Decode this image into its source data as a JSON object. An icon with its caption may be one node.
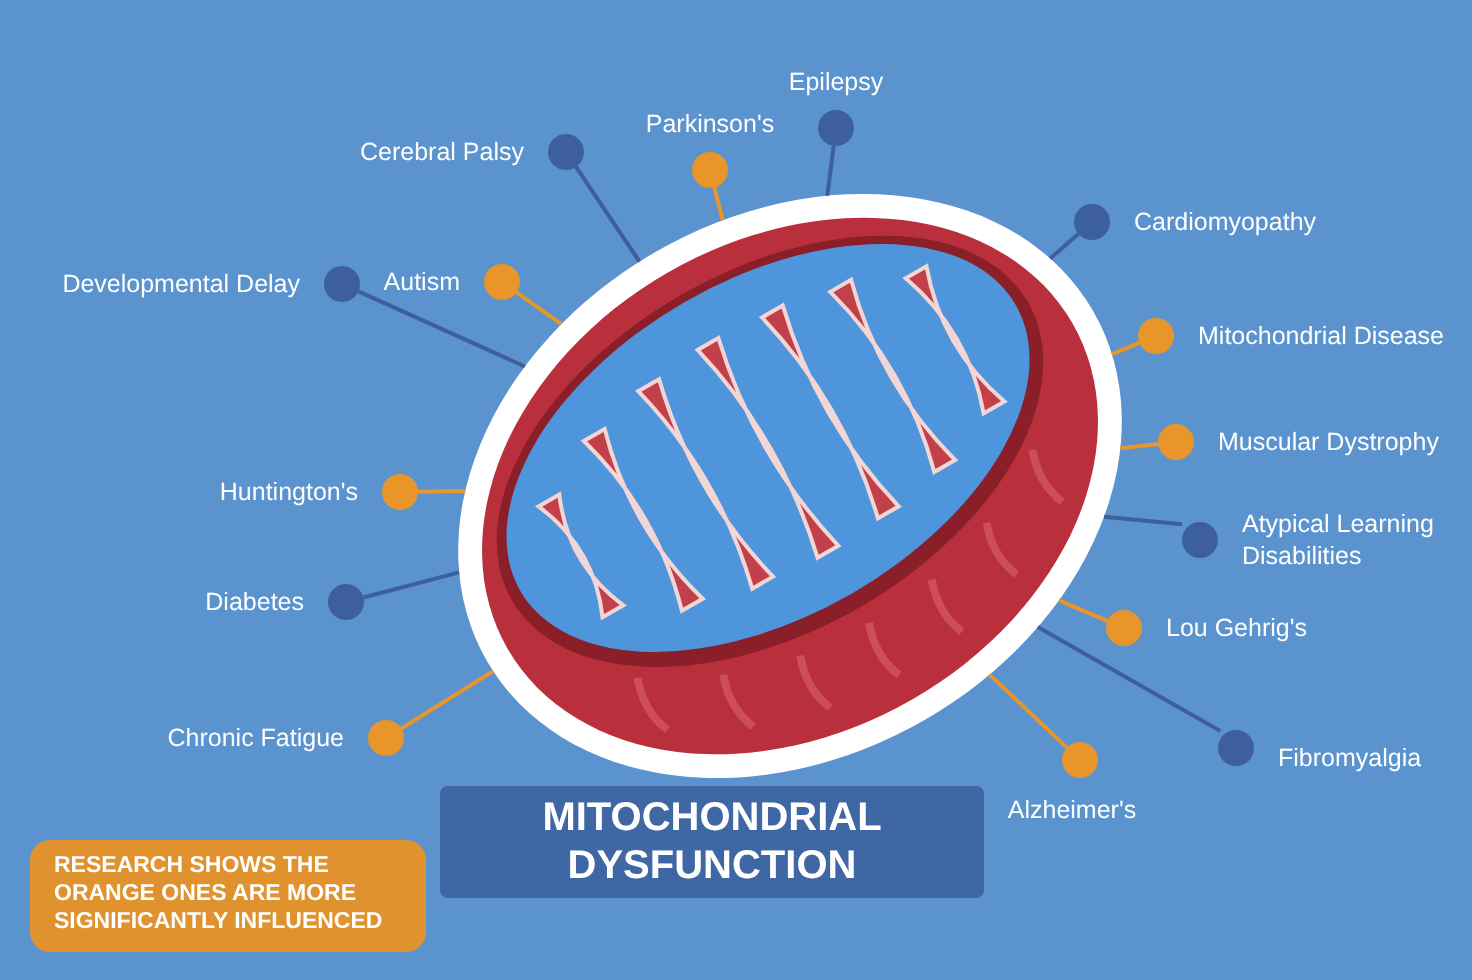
{
  "diagram": {
    "nodes": [
      {
        "text": [],
        "shape": "picture"
      },
      {
        "text": [
          "Epilepsy"
        ]
      },
      {
        "text": [
          "Parkinson's"
        ]
      },
      {
        "text": [
          "Cerebral Palsy"
        ]
      },
      {
        "text": [
          "Cardiomyopathy"
        ]
      },
      {
        "text": [
          "Autism"
        ]
      },
      {
        "text": [
          "Developmental Delay"
        ]
      },
      {
        "text": [
          "Mitochondrial Disease"
        ]
      },
      {
        "text": [
          "Muscular Dystrophy"
        ]
      },
      {
        "text": [
          "Huntington's"
        ]
      },
      {
        "text": [
          "Atypical Learning Disabilities"
        ]
      },
      {
        "text": [
          "Diabetes"
        ]
      },
      {
        "text": [
          "Lou Gehrig's"
        ]
      },
      {
        "text": [
          "Chronic Fatigue"
        ]
      },
      {
        "text": [
          "Fibromyalgia"
        ]
      },
      {
        "text": [
          "Alzheimer's"
        ]
      },
      {
        "text": [
          "MITOCHONDRIAL DYSFUNCTION"
        ]
      },
      {
        "text": [
          "RESEARCH SHOWS THE ORANGE ONES ARE MORE SIGNIFICANTLY INFLUENCED"
        ]
      }
    ],
    "edges": [
      {
        "from": 1,
        "to": 0,
        "arrow": "none",
        "color": "#3d5f9c"
      },
      {
        "from": 2,
        "to": 0,
        "arrow": "none"
      },
      {
        "from": 3,
        "to": 0,
        "arrow": "none",
        "color": "#3d5f9c"
      },
      {
        "from": 4,
        "to": 0,
        "arrow": "none",
        "color": "#3d5f9c"
      },
      {
        "from": 5,
        "to": 0,
        "arrow": "none"
      },
      {
        "from": 6,
        "to": 0,
        "arrow": "none",
        "color": "#3d5f9c"
      },
      {
        "from": 7,
        "to": 0,
        "arrow": "none"
      },
      {
        "from": 8,
        "to": 0,
        "arrow": "none"
      },
      {
        "from": 9,
        "to": 0,
        "arrow": "none"
      },
      {
        "from": 10,
        "to": 0,
        "arrow": "none",
        "color": "#3d5f9c"
      },
      {
        "from": 11,
        "to": 0,
        "arrow": "none",
        "color": "#3d5f9c"
      },
      {
        "from": 12,
        "to": 0,
        "arrow": "none"
      },
      {
        "from": 13,
        "to": 0,
        "arrow": "none"
      },
      {
        "from": 14,
        "to": 0,
        "arrow": "none",
        "color": "#3d5f9c"
      },
      {
        "from": 15,
        "to": 0,
        "arrow": "none"
      }
    ]
  }
}
